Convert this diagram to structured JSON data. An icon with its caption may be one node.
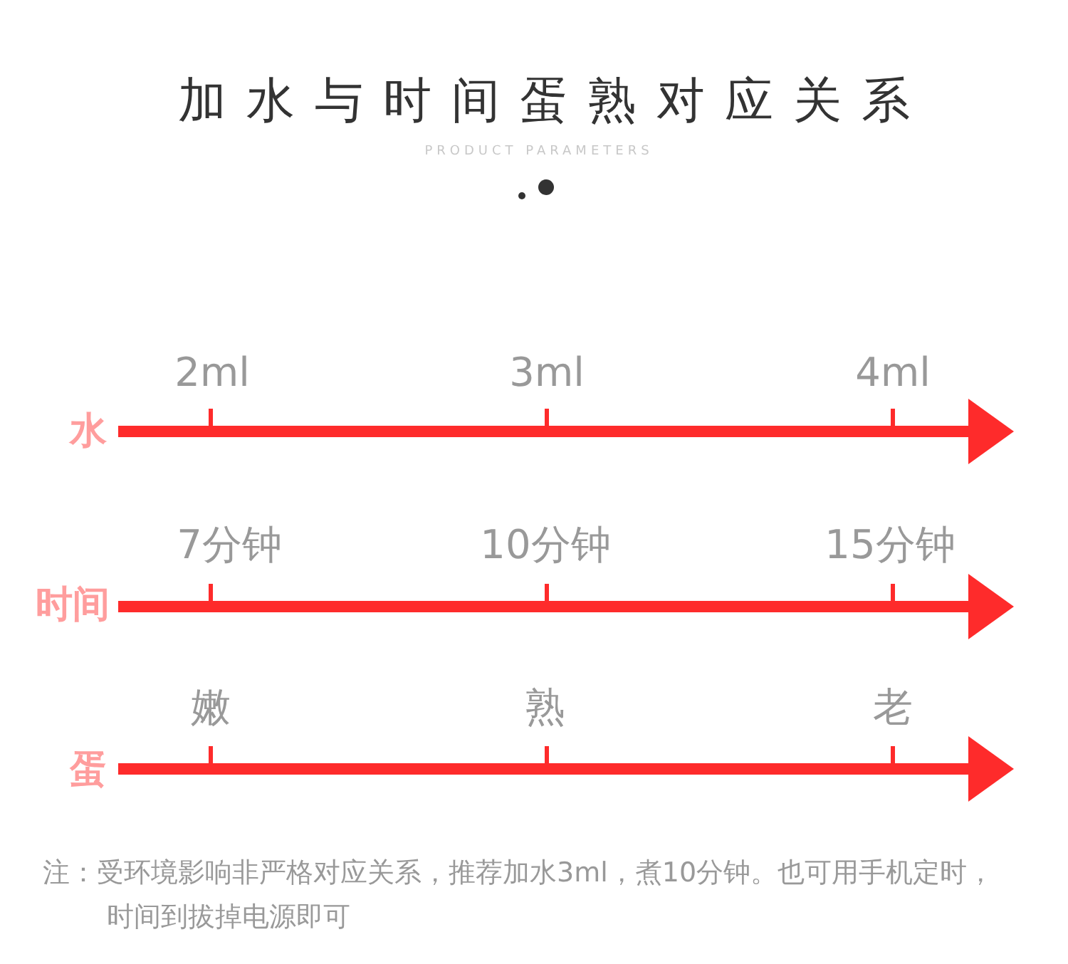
{
  "diagram": {
    "title": "加水与时间蛋熟对应关系",
    "labels": [
      "PRODUCT PARAMETERS",
      "2ml",
      "3ml",
      "4ml",
      "水",
      "7分钟",
      "10分钟",
      "15分钟",
      "时间",
      "嫩",
      "熟",
      "老",
      "蛋",
      "注：受环境影响非严格对应关系，推荐加水3ml，煮10分钟。也可用手机定时，时间到拔掉电源即可"
    ]
  }
}
